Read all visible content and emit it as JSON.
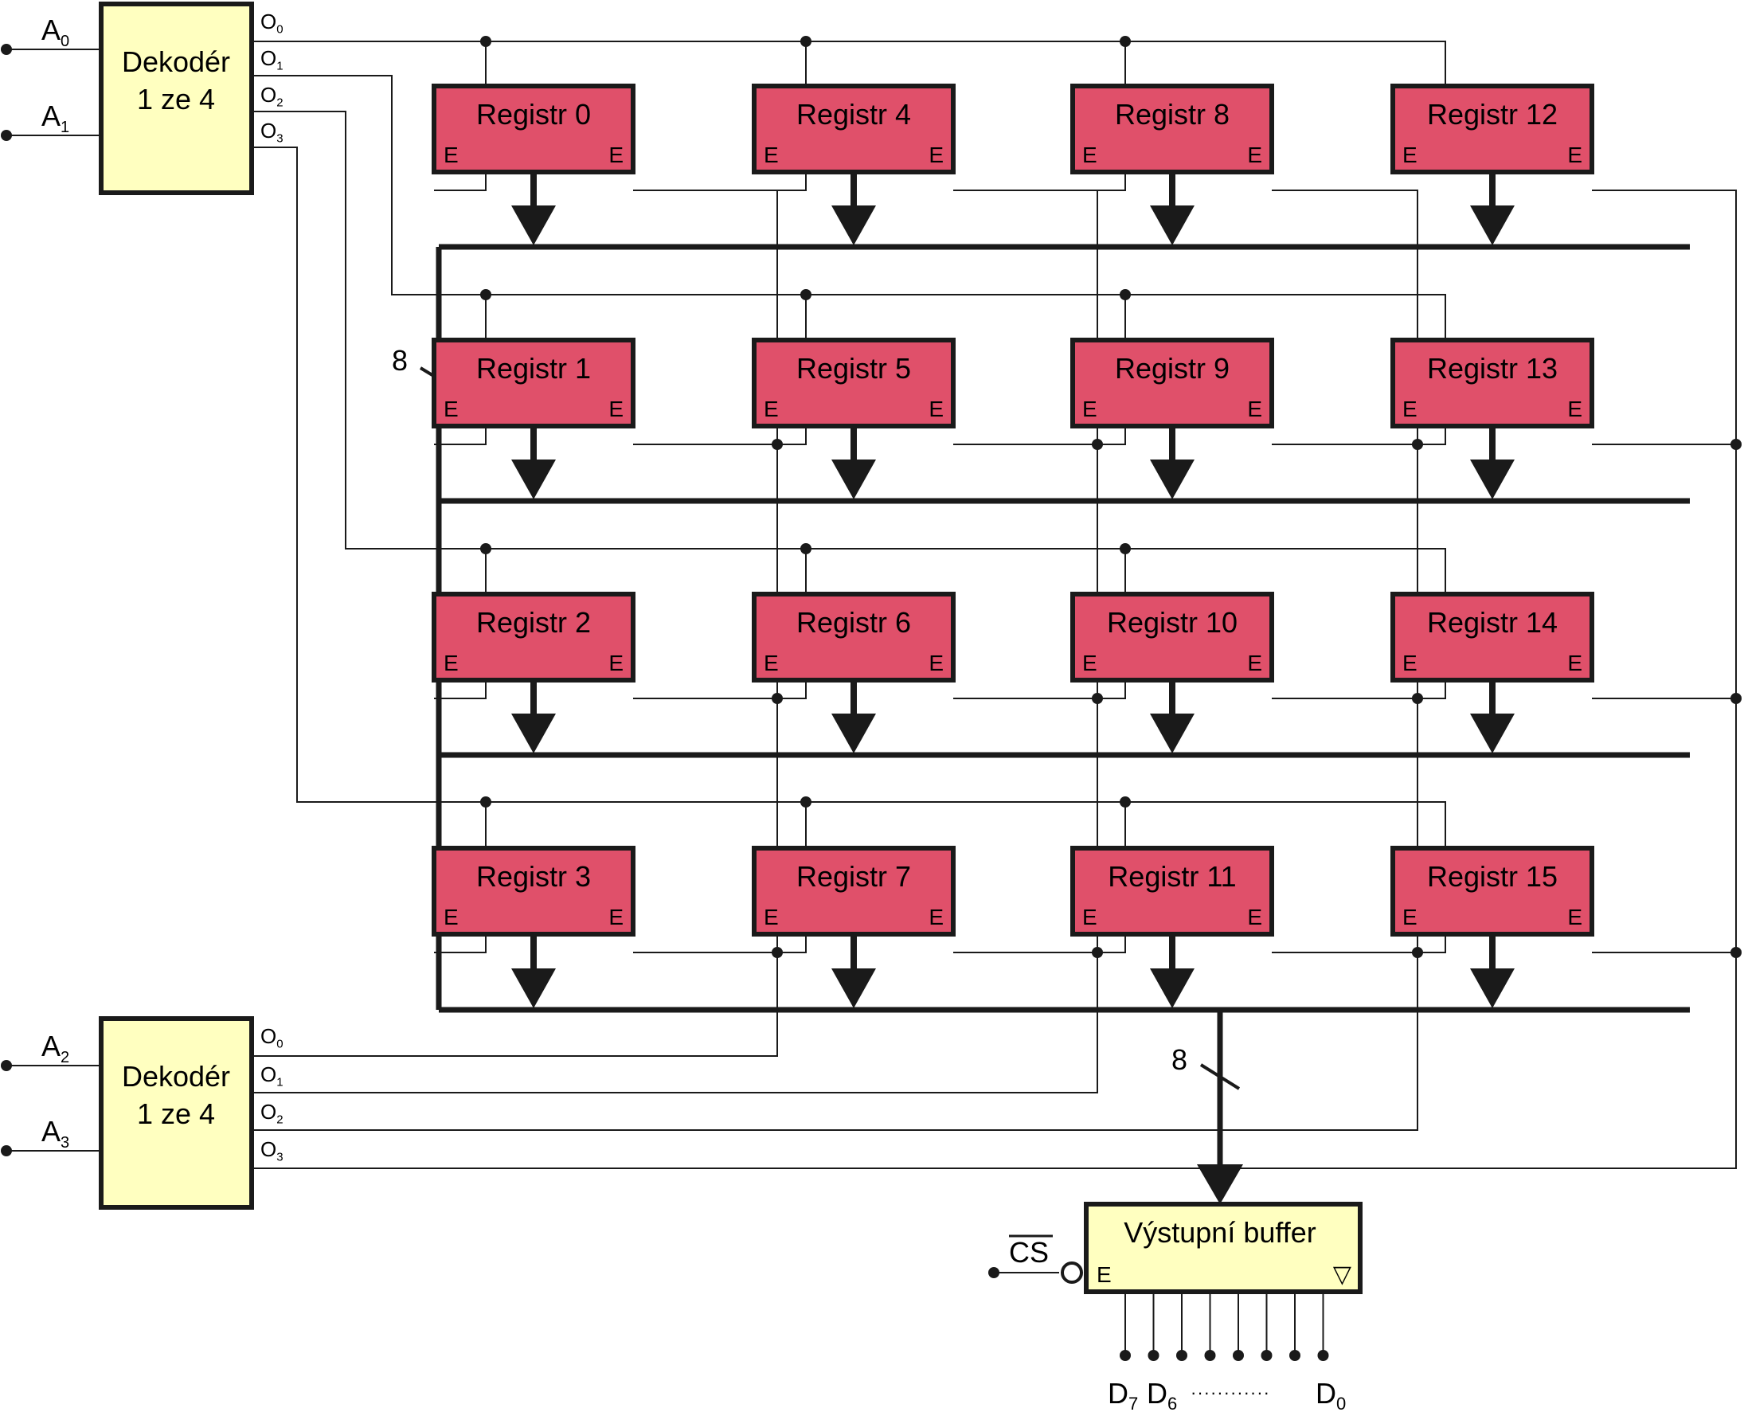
{
  "decoders": {
    "top": {
      "title": "Dekodér",
      "subtitle": "1 ze 4",
      "inputs": [
        {
          "letter": "A",
          "index": "0"
        },
        {
          "letter": "A",
          "index": "1"
        }
      ],
      "outputs": [
        {
          "letter": "O",
          "index": "0"
        },
        {
          "letter": "O",
          "index": "1"
        },
        {
          "letter": "O",
          "index": "2"
        },
        {
          "letter": "O",
          "index": "3"
        }
      ]
    },
    "bottom": {
      "title": "Dekodér",
      "subtitle": "1 ze 4",
      "inputs": [
        {
          "letter": "A",
          "index": "2"
        },
        {
          "letter": "A",
          "index": "3"
        }
      ],
      "outputs": [
        {
          "letter": "O",
          "index": "0"
        },
        {
          "letter": "O",
          "index": "1"
        },
        {
          "letter": "O",
          "index": "2"
        },
        {
          "letter": "O",
          "index": "3"
        }
      ]
    }
  },
  "registers": [
    "Registr 0",
    "Registr 1",
    "Registr 2",
    "Registr 3",
    "Registr 4",
    "Registr 5",
    "Registr 6",
    "Registr 7",
    "Registr 8",
    "Registr 9",
    "Registr 10",
    "Registr 11",
    "Registr 12",
    "Registr 13",
    "Registr 14",
    "Registr 15"
  ],
  "register_enable_label": "E",
  "bus_width_labels": [
    "8",
    "8"
  ],
  "output_buffer": {
    "title": "Výstupní buffer",
    "enable_label": "E",
    "chip_select_label": "CS",
    "tristate_symbol": "▽"
  },
  "data_pins": {
    "letter": "D",
    "labeled": [
      {
        "letter": "D",
        "index": "7"
      },
      {
        "letter": "D",
        "index": "6"
      },
      {
        "letter": "D",
        "index": "0"
      }
    ],
    "ellipsis": "············",
    "count": 8
  },
  "colors": {
    "register_fill": "#e0506a",
    "decoder_fill": "#ffffc0",
    "buffer_fill": "#ffffc0",
    "stroke": "#1a1a1a"
  }
}
